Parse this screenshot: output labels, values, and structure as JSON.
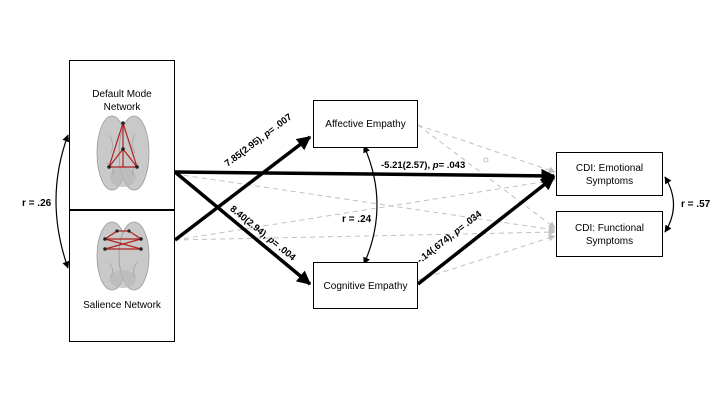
{
  "nodes": {
    "dmn": {
      "label_line1": "Default Mode",
      "label_line2": "Network"
    },
    "salience": {
      "label": "Salience Network"
    },
    "affective": {
      "label": "Affective Empathy"
    },
    "cognitive": {
      "label": "Cognitive Empathy"
    },
    "emotional": {
      "label_line1": "CDI: Emotional",
      "label_line2": "Symptoms"
    },
    "functional": {
      "label_line1": "CDI: Functional",
      "label_line2": "Symptoms"
    }
  },
  "correlations": {
    "networks": "r = .26",
    "empathy": "r = .24",
    "cdi": "r = .57"
  },
  "paths": {
    "salience_to_affective": {
      "coef": "7.85(2.95), ",
      "p_label": "p",
      "p_value": "= .007"
    },
    "dmn_to_cognitive": {
      "coef": "8.40(2.94), ",
      "p_label": "p",
      "p_value": "= .004"
    },
    "dmn_to_emotional": {
      "coef": "-5.21(2.57), ",
      "p_label": "p",
      "p_value": "= .043"
    },
    "cognitive_to_emotional": {
      "coef": "-.14(.674), ",
      "p_label": "p",
      "p_value": "= .034"
    }
  },
  "colors": {
    "significant_path": "#000000",
    "nonsignificant_path": "#c0c0c0",
    "network_edge": "#b02020"
  }
}
